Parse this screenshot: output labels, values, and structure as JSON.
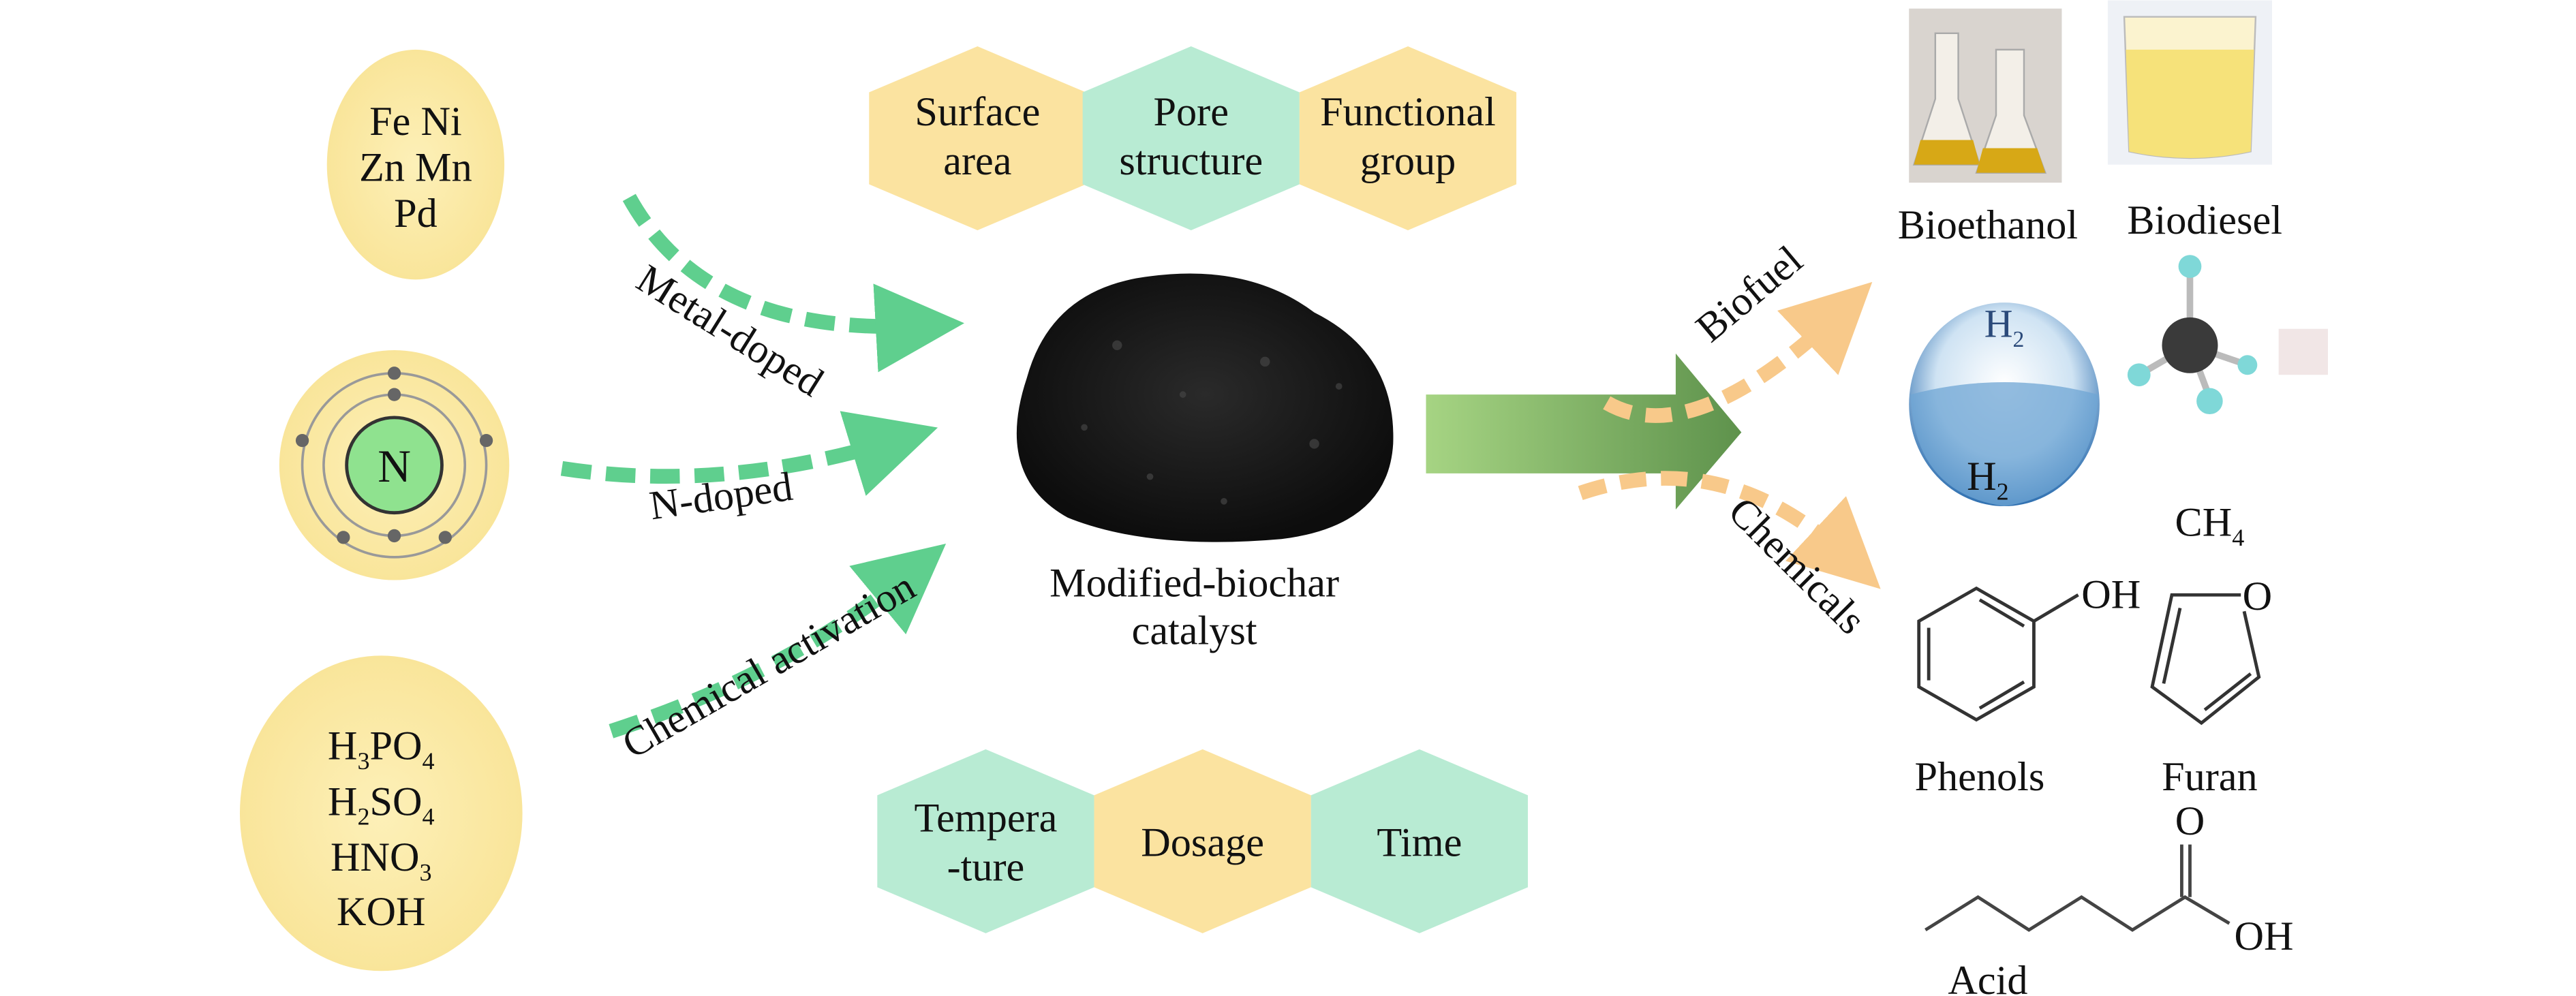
{
  "metals": {
    "line1": "Fe Ni",
    "line2": "Zn Mn",
    "line3": "Pd"
  },
  "nitrogen_atom": {
    "symbol": "N"
  },
  "acids": [
    {
      "base": "H",
      "sub": "3",
      "rest": "PO",
      "sub2": "4"
    },
    {
      "base": "H",
      "sub": "2",
      "rest": "SO",
      "sub2": "4"
    },
    {
      "base": "HNO",
      "sub": "3"
    },
    {
      "base": "KOH"
    }
  ],
  "arrows": {
    "metal": "Metal-doped",
    "nitrogen": "N-doped",
    "chemical": "Chemical activation"
  },
  "properties_top": [
    {
      "line1": "Surface",
      "line2": "area"
    },
    {
      "line1": "Pore",
      "line2": "structure"
    },
    {
      "line1": "Functional",
      "line2": "group"
    }
  ],
  "properties_bottom": [
    {
      "line1": "Tempera",
      "line2": "-ture"
    },
    {
      "line1": "Dosage"
    },
    {
      "line1": "Time"
    }
  ],
  "catalyst": {
    "line1": "Modified-biochar",
    "line2": "catalyst"
  },
  "branches": {
    "biofuel": "Biofuel",
    "chemicals": "Chemicals"
  },
  "products": {
    "bioethanol": "Bioethanol",
    "biodiesel": "Biodiesel",
    "h2": {
      "base": "H",
      "sub": "2"
    },
    "ch4": {
      "base": "CH",
      "sub": "4"
    },
    "phenols": "Phenols",
    "phenol_group": "OH",
    "furan": "Furan",
    "furan_o": "O",
    "acid": "Acid",
    "acid_o": "O",
    "acid_oh": "OH"
  },
  "colors": {
    "yellow": "#fbe3a0",
    "mint": "#b8ebd3",
    "green_arrow": "#5fcf8e",
    "orange_arrow": "#f8c98a"
  }
}
